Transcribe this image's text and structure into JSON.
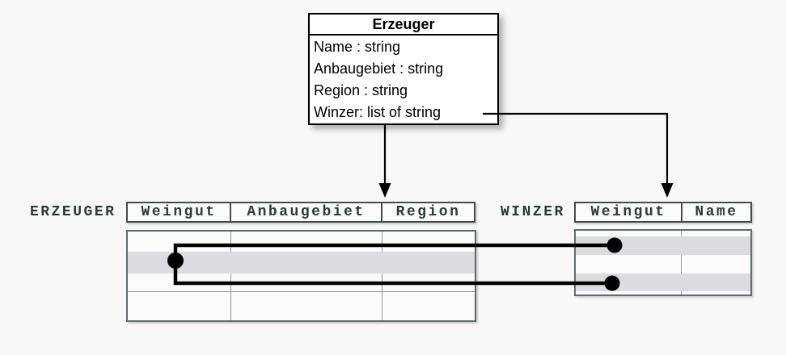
{
  "class_box": {
    "title": "Erzeuger",
    "attributes": [
      "Name : string",
      "Anbaugebiet : string",
      "Region : string",
      "Winzer: list of string"
    ]
  },
  "tables": {
    "erzeuger": {
      "label": "ERZEUGER",
      "columns": [
        "Weingut",
        "Anbaugebiet",
        "Region"
      ],
      "shaded_row_index": 2,
      "rows": 4
    },
    "winzer": {
      "label": "WINZER",
      "columns": [
        "Weingut",
        "Name"
      ],
      "shaded_row_indexes": [
        2,
        4
      ],
      "rows": 5
    }
  },
  "relationships": {
    "class_to_erzeuger": "arrow from Erzeuger class bottom into ERZEUGER table header",
    "class_to_winzer": "arrow from 'Winzer: list of string' attribute into WINZER table header",
    "foreign_key_link": "dot in ERZEUGER shaded row linked to dots in two WINZER shaded rows"
  },
  "colors": {
    "background": "#f8f8f8",
    "class_box_border": "#000000",
    "header_border": "#3f4d50",
    "header_text": "#2b3a3c",
    "body_border": "#5d6d70",
    "grid_line": "#8d999c",
    "row_shade": "#dcdce0",
    "connector": "#000000"
  }
}
